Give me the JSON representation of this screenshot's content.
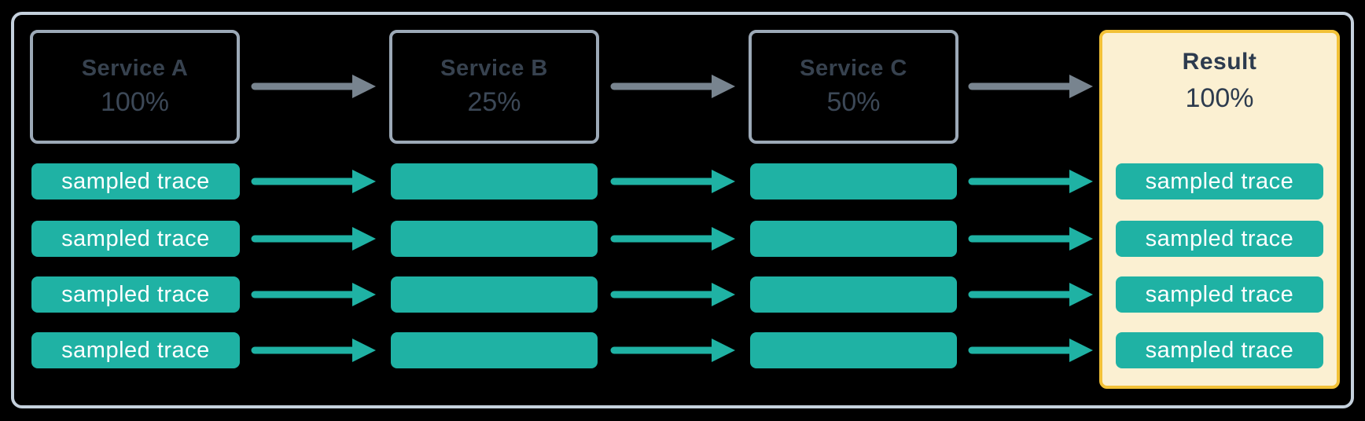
{
  "columns": [
    {
      "id": "service-a",
      "type": "service",
      "title": "Service A",
      "rate": "100%",
      "traces": [
        "sampled trace",
        "sampled trace",
        "sampled trace",
        "sampled trace"
      ]
    },
    {
      "id": "service-b",
      "type": "service",
      "title": "Service B",
      "rate": "25%",
      "traces": [
        "",
        "",
        "",
        ""
      ]
    },
    {
      "id": "service-c",
      "type": "service",
      "title": "Service C",
      "rate": "50%",
      "traces": [
        "",
        "",
        "",
        ""
      ]
    },
    {
      "id": "result",
      "type": "result",
      "title": "Result",
      "rate": "100%",
      "traces": [
        "sampled trace",
        "sampled trace",
        "sampled trace",
        "sampled trace"
      ]
    }
  ],
  "colors": {
    "background": "#000000",
    "frame_border": "#C5D1DD",
    "service_box_border": "#9CA9B7",
    "service_text": "#37424F",
    "trace_fill": "#1FB2A4",
    "trace_text": "#FFFFFF",
    "trace_arrow_color": "#1FB2A4",
    "service_arrow_color": "#78848F",
    "result_border": "#F2C137",
    "result_fill": "#FBF0D2",
    "result_text": "#2D3B4E"
  }
}
